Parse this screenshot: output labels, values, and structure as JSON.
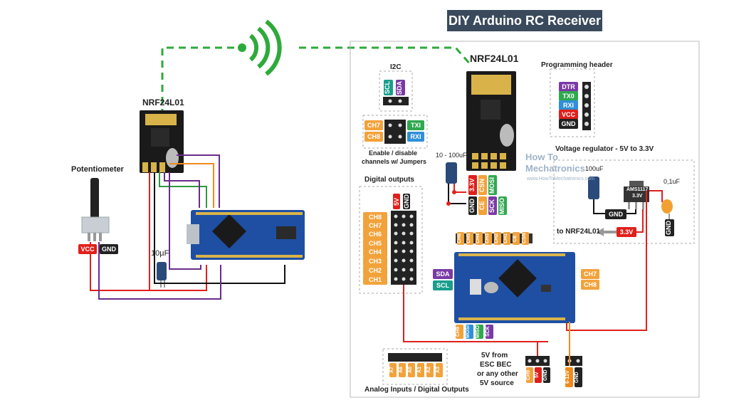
{
  "title": "DIY Arduino RC Receiver",
  "left": {
    "nrf_label": "NRF24L01",
    "pot_label": "Potentiometer",
    "vcc": "VCC",
    "gnd": "GND",
    "cap_label": "10µF"
  },
  "right": {
    "nrf_label": "NRF24L01",
    "i2c_label": "I2C",
    "scl": "SCL",
    "sda": "SDA",
    "ch7": "CH7",
    "ch8": "CH8",
    "txi": "TXI",
    "rxi": "RXI",
    "jumper_label_1": "Enable / disable",
    "jumper_label_2": "channels w/ Jumpers",
    "prog_label": "Programming header",
    "prog_pins": [
      "DTR",
      "TX0",
      "RXI",
      "VCC",
      "GND"
    ],
    "cap_range": "10 - 100uF",
    "nrf_pins_top": [
      "3.3V",
      "CSN",
      "MOSI"
    ],
    "nrf_pins_bot": [
      "GND",
      "CE",
      "SCK",
      "MISO"
    ],
    "brand_1": "How To",
    "brand_2": "Mechatronics",
    "brand_url": "www.HowToMechatronics.com",
    "vreg_label": "Voltage regulator - 5V to 3.3V",
    "vreg_cap": "100uF",
    "vreg_ic": "AMS1117",
    "vreg_ic_v": "3.3V",
    "vreg_cap2": "0,1uF",
    "vreg_gnd": "GND",
    "vreg_gnd2": "GND",
    "to_nrf": "to NRF24L01",
    "out_33": "3.3V",
    "digital_label": "Digital outputs",
    "dig_channels": [
      "CH8",
      "CH7",
      "CH6",
      "CH5",
      "CH4",
      "CH3",
      "CH2",
      "CH1"
    ],
    "dig_5v": "5V",
    "dig_gnd": "GND",
    "top_header_pins": [
      "CH6",
      "CH5",
      "CH4",
      "CH3",
      "CH2",
      "CH1",
      "CE",
      "CSN"
    ],
    "sda_side": "SDA",
    "scl_side": "SCL",
    "right_side_ch7": "CH7",
    "right_side_ch8": "CH8",
    "bottom_pins": [
      "CH9",
      "MOSI",
      "MISO",
      "SCK"
    ],
    "analog_label": "Analog Inputs / Digital Outputs",
    "analog_pins": [
      "A7",
      "A6",
      "A0",
      "A1",
      "A2",
      "A3"
    ],
    "esc_1": "5V from",
    "esc_2": "ESC BEC",
    "esc_3": "or any other",
    "esc_4": "5V source",
    "esc_pins": [
      "CH9",
      "5V",
      "GND"
    ],
    "pwr_pins": [
      "6-12V",
      "GND"
    ]
  },
  "colors": {
    "board": "#1e4fa3",
    "nrf": "#1a1a1a",
    "wire_red": "#e0201b",
    "wire_purple": "#6a2c8a",
    "wire_green": "#2e9b3e",
    "wire_orange": "#f08a1c",
    "wire_black": "#111111",
    "signal": "#2eaa3a",
    "pin_orange": "#f2a23a",
    "pin_purple": "#7a3aa6",
    "pin_teal": "#1a9d8d",
    "pin_green": "#2fa84f",
    "pin_blue": "#2f8fd8",
    "pin_red": "#e0201b",
    "pin_black": "#222222",
    "pin_dark": "#444444"
  }
}
